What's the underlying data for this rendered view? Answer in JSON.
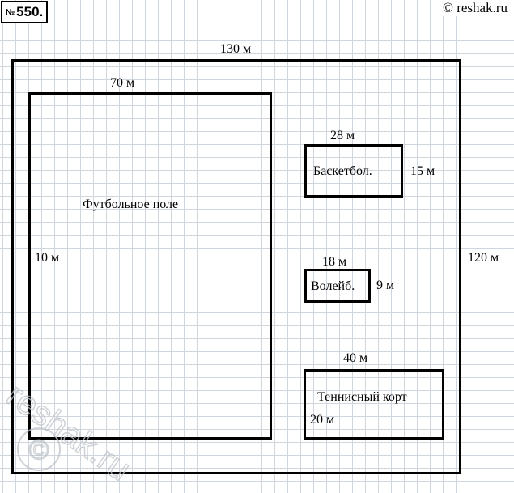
{
  "header": {
    "problem_number_sign": "№",
    "problem_number": "550.",
    "copyright": "© reshak.ru"
  },
  "diagram": {
    "outer": {
      "width_label": "130 м",
      "height_label": "120 м"
    },
    "football": {
      "name": "Футбольное поле",
      "width_label": "70 м",
      "height_label": "10 м"
    },
    "basketball": {
      "name": "Баскетбол.",
      "width_label": "28 м",
      "height_label": "15 м"
    },
    "volleyball": {
      "name": "Волейб.",
      "width_label": "18 м",
      "height_label": "9 м"
    },
    "tennis": {
      "name": "Теннисный корт",
      "width_label": "40 м",
      "height_label": "20 м"
    }
  },
  "watermark": {
    "text": "reshak.ru",
    "symbol": "©"
  }
}
